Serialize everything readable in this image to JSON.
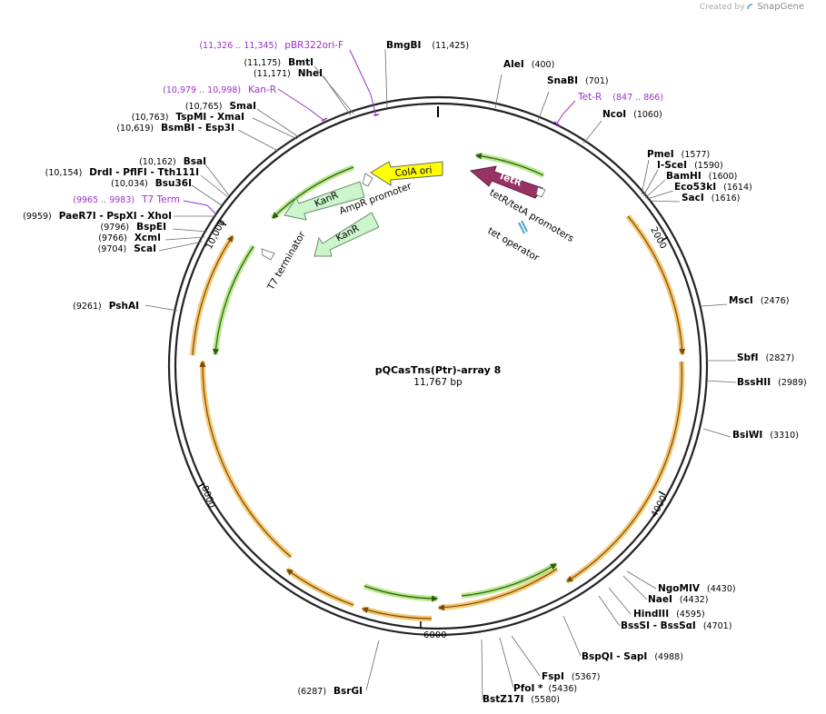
{
  "credit": {
    "prefix": "Created by",
    "brand": "SnapGene"
  },
  "plasmid": {
    "name": "pQCasTns(Ptr)-array 8",
    "length": "11,767 bp"
  },
  "ticks": [
    "2000",
    "4000",
    "6000",
    "8000",
    "10,000"
  ],
  "sites_right": [
    {
      "name": "AleI",
      "pos": "(400)"
    },
    {
      "name": "SnaBI",
      "pos": "(701)"
    },
    {
      "name": "NcoI",
      "pos": "(1060)"
    },
    {
      "name": "PmeI",
      "pos": "(1577)"
    },
    {
      "name": "I-SceI",
      "pos": "(1590)"
    },
    {
      "name": "BamHI",
      "pos": "(1600)"
    },
    {
      "name": "Eco53kI",
      "pos": "(1614)"
    },
    {
      "name": "SacI",
      "pos": "(1616)"
    },
    {
      "name": "MscI",
      "pos": "(2476)"
    },
    {
      "name": "SbfI",
      "pos": "(2827)"
    },
    {
      "name": "BssHII",
      "pos": "(2989)"
    },
    {
      "name": "BsiWI",
      "pos": "(3310)"
    },
    {
      "name": "NgoMIV",
      "pos": "(4430)"
    },
    {
      "name": "NaeI",
      "pos": "(4432)"
    },
    {
      "name": "HindIII",
      "pos": "(4595)"
    },
    {
      "name": "BssSI - BssSαI",
      "pos": "(4701)"
    },
    {
      "name": "BspQI - SapI",
      "pos": "(4988)"
    },
    {
      "name": "FspI",
      "pos": "(5367)"
    },
    {
      "name": "PfoI *",
      "pos": "(5436)"
    },
    {
      "name": "BstZ17I",
      "pos": "(5580)"
    }
  ],
  "sites_left": [
    {
      "name": "BmgBI",
      "pos": "(11,425)"
    },
    {
      "name": "BmtI",
      "pos": "(11,175)"
    },
    {
      "name": "NheI",
      "pos": "(11,171)"
    },
    {
      "name": "SmaI",
      "pos": "(10,765)"
    },
    {
      "name": "TspMI - XmaI",
      "pos": "(10,763)"
    },
    {
      "name": "BsmBI - Esp3I",
      "pos": "(10,619)"
    },
    {
      "name": "BsaI",
      "pos": "(10,162)"
    },
    {
      "name": "DrdI - PflFI - Tth111I",
      "pos": "(10,154)"
    },
    {
      "name": "Bsu36I",
      "pos": "(10,034)"
    },
    {
      "name": "PaeR7I - PspXI - XhoI",
      "pos": "(9959)"
    },
    {
      "name": "BspEI",
      "pos": "(9796)"
    },
    {
      "name": "XcmI",
      "pos": "(9766)"
    },
    {
      "name": "ScaI",
      "pos": "(9704)"
    },
    {
      "name": "PshAI",
      "pos": "(9261)"
    },
    {
      "name": "BsrGI",
      "pos": "(6287)"
    }
  ],
  "primers": [
    {
      "name": "pBR322ori-F",
      "pos": "(11,326 .. 11,345)"
    },
    {
      "name": "Kan-R",
      "pos": "(10,979 .. 10,998)"
    },
    {
      "name": "Tet-R",
      "pos": "(847 .. 866)"
    },
    {
      "name": "T7 Term",
      "pos": "(9965 .. 9983)"
    }
  ],
  "features": {
    "cola_ori": "ColA ori",
    "tetr": "TetR",
    "kanr1": "KanR",
    "kanr2": "KanR",
    "ampr_promoter": "AmpR promoter",
    "tetr_promoters": "tetR/tetA promoters",
    "tet_operator": "tet operator",
    "t7_terminator": "T7 terminator"
  },
  "colors": {
    "cola_ori": "#ffff00",
    "tetr": "#993366",
    "kanr": "#ccf5cc",
    "orange_arc": "#f5c770",
    "green_arc": "#b6e88a",
    "primer": "#9b30c8",
    "tet_operator": "#4aa6c9"
  }
}
